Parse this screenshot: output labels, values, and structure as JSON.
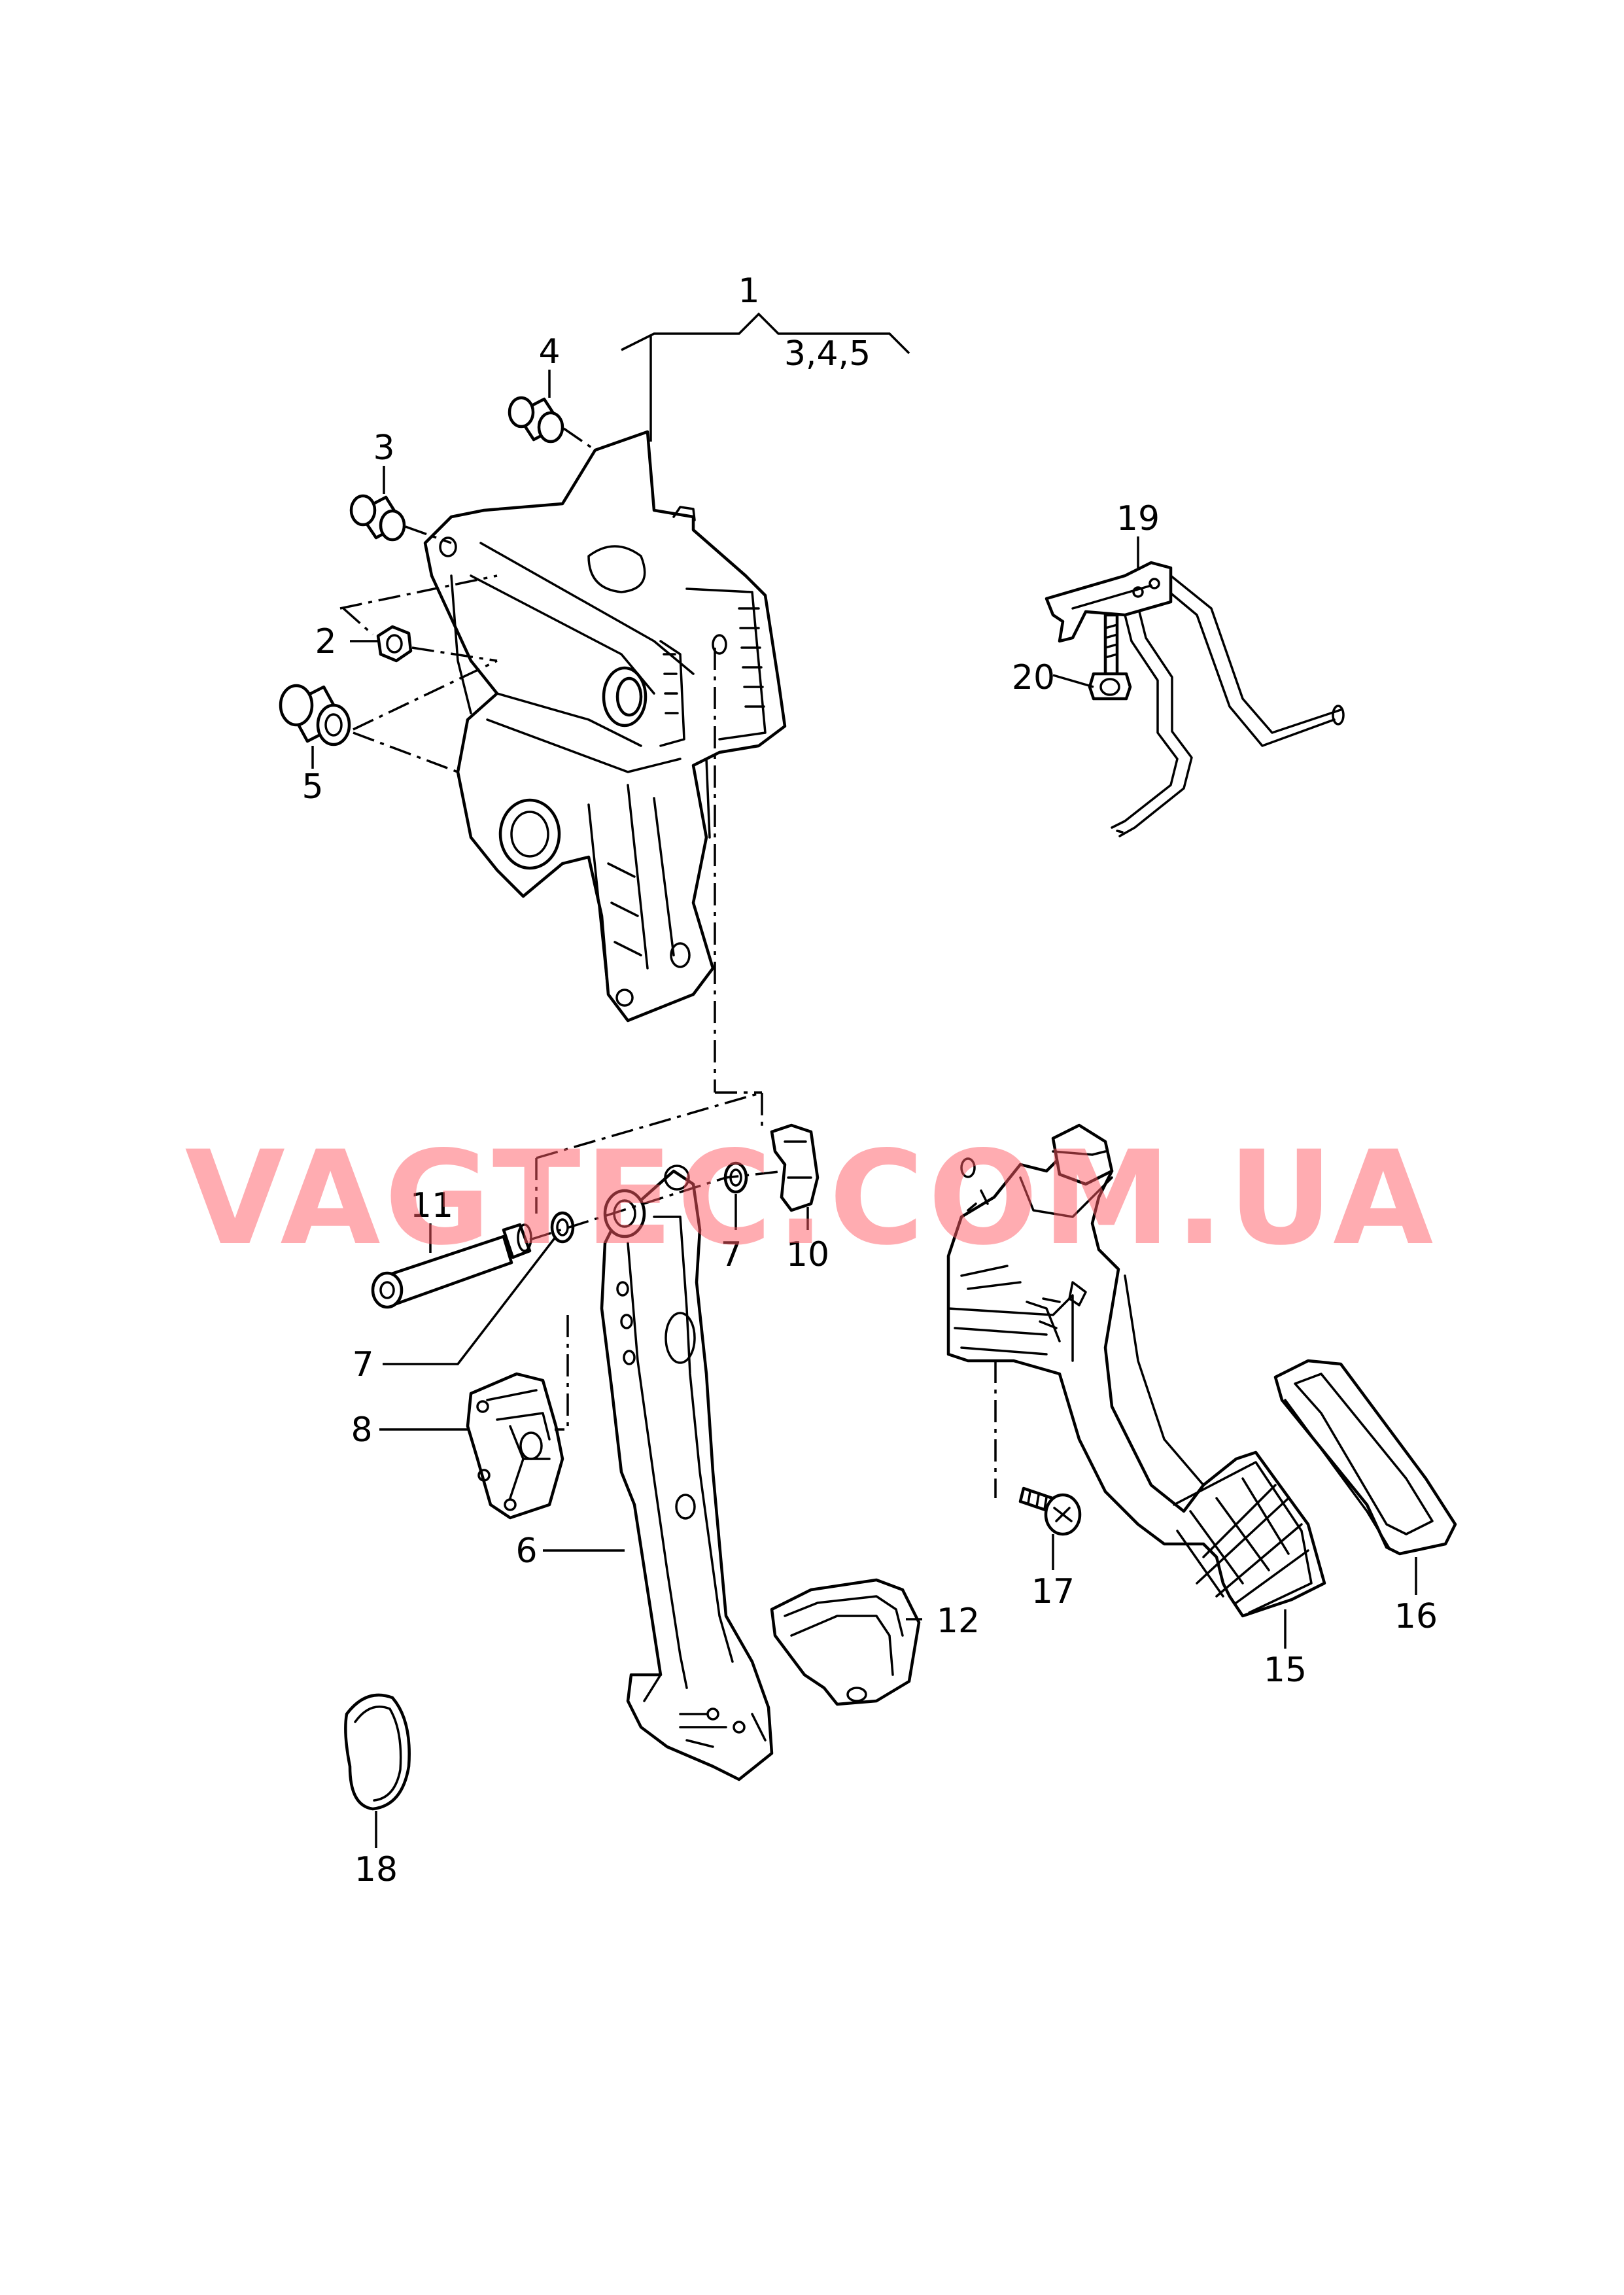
{
  "watermark": {
    "text": "VAGTEC.COM.UA",
    "color": "#ff5a64"
  },
  "callouts": {
    "c1": "1",
    "c345": "3,4,5",
    "c2": "2",
    "c3": "3",
    "c4": "4",
    "c5": "5",
    "c6": "6",
    "c7a": "7",
    "c7b": "7",
    "c8": "8",
    "c10": "10",
    "c11": "11",
    "c12": "12",
    "c15": "15",
    "c16": "16",
    "c17": "17",
    "c18": "18",
    "c19": "19",
    "c20": "20"
  }
}
